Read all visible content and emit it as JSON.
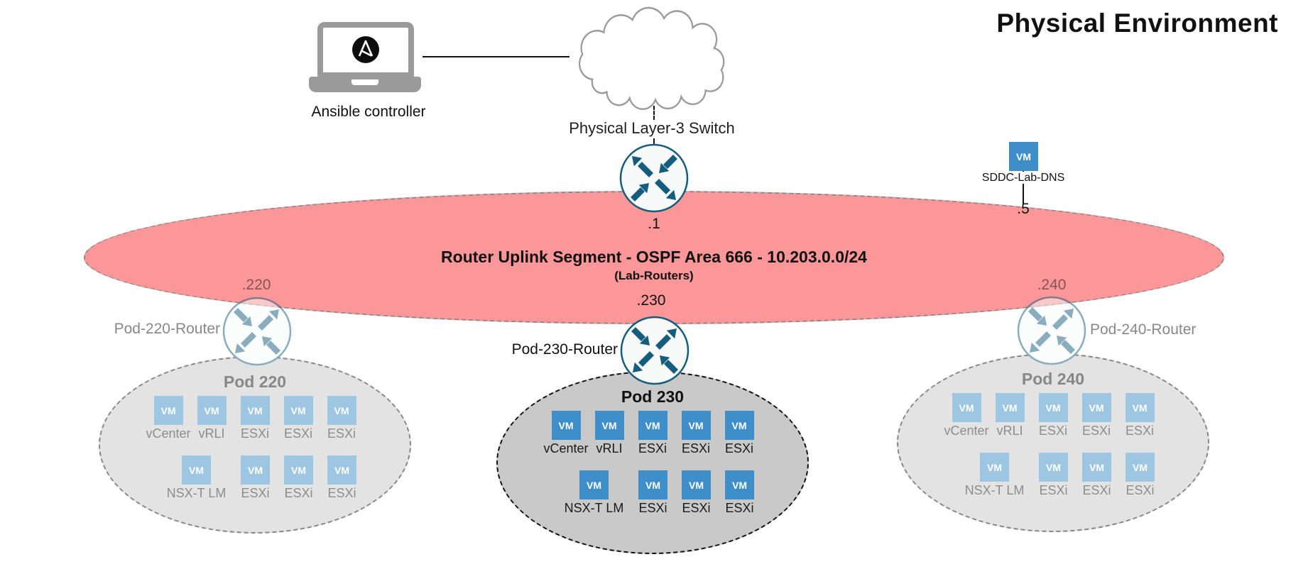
{
  "title": "Physical Environment",
  "ansible": {
    "label": "Ansible controller"
  },
  "cloud": {
    "label": "Physical Layer-3 Switch"
  },
  "core_router": {
    "ip": ".1"
  },
  "dns": {
    "badge": "VM",
    "name": "SDDC-Lab-DNS",
    "ip": ".5"
  },
  "segment": {
    "title": "Router Uplink Segment - OSPF Area 666 - 10.203.0.0/24",
    "subtitle": "(Lab-Routers)"
  },
  "vm_badge": "VM",
  "pods": [
    {
      "name": "Pod 220",
      "ip": ".220",
      "router_name": "Pod-220-Router",
      "faded": true,
      "vm_rows": [
        [
          "vCenter",
          "vRLI",
          "ESXi",
          "ESXi",
          "ESXi"
        ],
        [
          "NSX-T LM",
          "ESXi",
          "ESXi",
          "ESXi"
        ]
      ]
    },
    {
      "name": "Pod 230",
      "ip": ".230",
      "router_name": "Pod-230-Router",
      "faded": false,
      "vm_rows": [
        [
          "vCenter",
          "vRLI",
          "ESXi",
          "ESXi",
          "ESXi"
        ],
        [
          "NSX-T LM",
          "ESXi",
          "ESXi",
          "ESXi"
        ]
      ]
    },
    {
      "name": "Pod 240",
      "ip": ".240",
      "router_name": "Pod-240-Router",
      "faded": true,
      "vm_rows": [
        [
          "vCenter",
          "vRLI",
          "ESXi",
          "ESXi",
          "ESXi"
        ],
        [
          "NSX-T LM",
          "ESXi",
          "ESXi",
          "ESXi"
        ]
      ]
    }
  ],
  "colors": {
    "segment_fill": "#FB9798",
    "vm_blue": "#3E8EC9",
    "pod_fill": "#C9C9C9",
    "router_stroke": "#155D7E",
    "device_gray": "#9A9A9A"
  }
}
